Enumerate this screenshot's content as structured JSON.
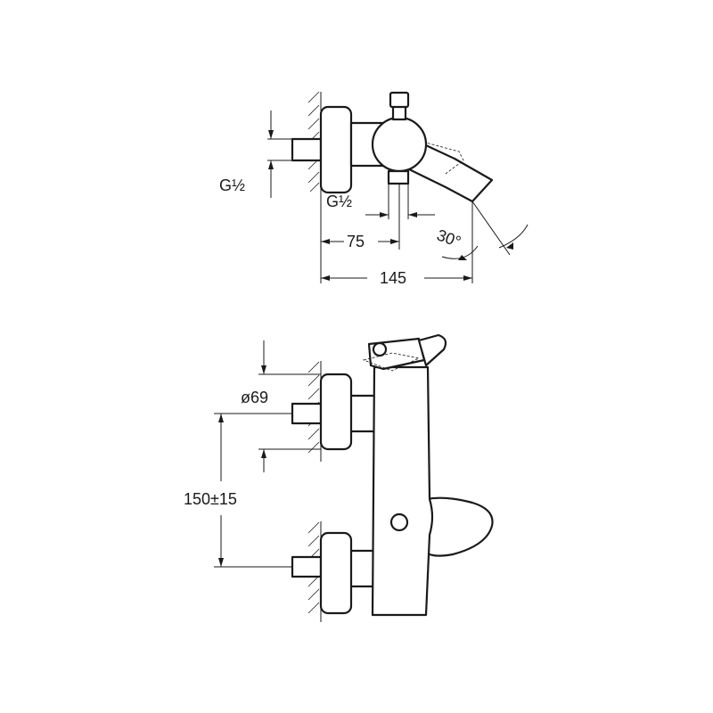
{
  "top_view": {
    "inlet_thread_label": "G½",
    "outlet_thread_label": "G½",
    "dim_75": "75",
    "dim_145": "145",
    "angle_label": "30°"
  },
  "front_view": {
    "diameter_label": "ø69",
    "spacing_label": "150±15"
  }
}
